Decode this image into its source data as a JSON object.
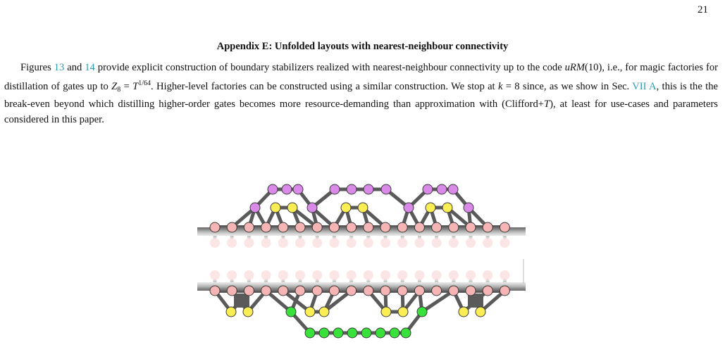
{
  "page": {
    "number": "21",
    "section_title": "Appendix E: Unfolded layouts with nearest-neighbour connectivity"
  },
  "paragraph": {
    "p1": "Figures ",
    "ref1": "13",
    "p2": " and ",
    "ref2": "14",
    "p3": " provide explicit construction of boundary stabilizers realized with nearest-neighbour connectivity up to the code ",
    "code_name": "uRM",
    "p4": "(10), i.e., for magic factories for distillation of gates up to ",
    "gate_Z": "Z",
    "gate_sub": "8",
    "p5": " = ",
    "gate_T": "T",
    "gate_sup": "1/64",
    "p6": ". Higher-level factories can be constructed using a similar construction. We stop at ",
    "k_var": "k",
    "p7": " = 8 since, as we show in Sec. ",
    "ref3": "VII A",
    "p8": ", this is the the break-even beyond which distilling higher-order gates becomes more resource-demanding than approximation with (Clifford+",
    "T_var": "T",
    "p9": "), at least for use-cases and parameters considered in this paper."
  },
  "figure": {
    "colors": {
      "pink": "#f5b5b5",
      "purple": "#d98ae8",
      "yellow": "#fbee55",
      "green": "#39e23a",
      "edge": "#5a5a5a",
      "node_stroke": "#3a3a3a"
    }
  }
}
